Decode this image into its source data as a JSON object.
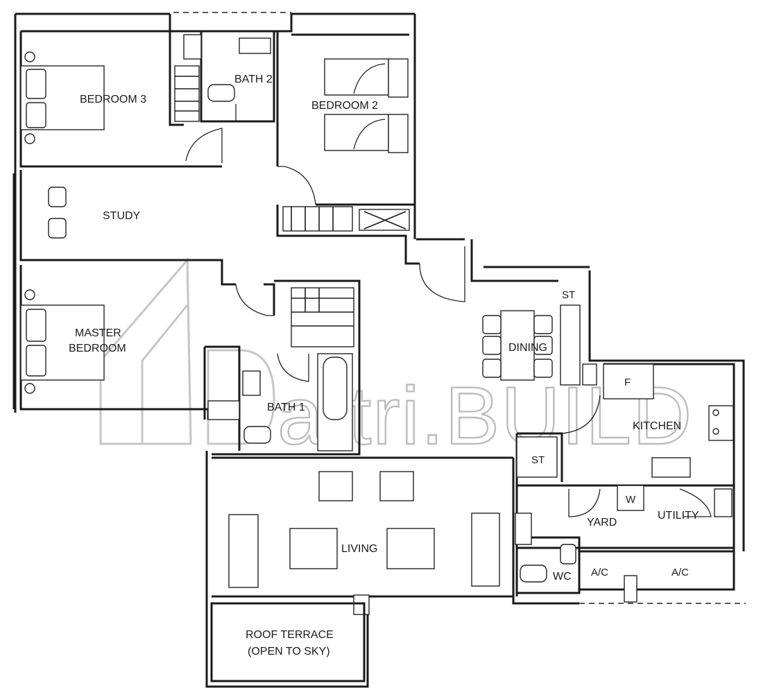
{
  "rooms": {
    "bedroom3": "BEDROOM 3",
    "bath2": "BATH 2",
    "bedroom2": "BEDROOM 2",
    "study": "STUDY",
    "master_line1": "MASTER",
    "master_line2": "BEDROOM",
    "bath1": "BATH 1",
    "dining": "DINING",
    "kitchen": "KITCHEN",
    "living": "LIVING",
    "yard": "YARD",
    "utility": "UTILITY",
    "wc": "WC",
    "roof_line1": "ROOF TERRACE",
    "roof_line2": "(OPEN TO SKY)"
  },
  "fixtures": {
    "st_dining": "ST",
    "st_kitchen": "ST",
    "fridge": "F",
    "washer": "W",
    "ac_left": "A/C",
    "ac_right": "A/C"
  },
  "watermark": {
    "text": "attri.BUILD"
  }
}
